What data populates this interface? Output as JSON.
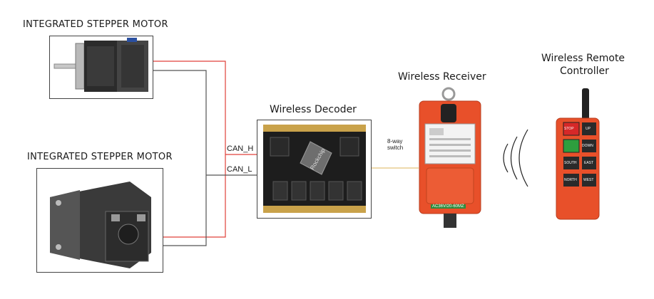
{
  "motor_top": {
    "title": "INTEGRATED STEPPER MOTOR"
  },
  "motor_bottom": {
    "title": "INTEGRATED STEPPER MOTOR"
  },
  "decoder": {
    "title": "Wireless Decoder",
    "chip_text": "Rockchip"
  },
  "bus": {
    "can_h": "CAN_H",
    "can_l": "CAN_L"
  },
  "link": {
    "switch_line1": "8-way",
    "switch_line2": "switch"
  },
  "receiver": {
    "title": "Wireless Receiver",
    "badge": "AC36V/20-60MZ"
  },
  "remote": {
    "title_line1": "Wireless Remote",
    "title_line2": "Controller",
    "buttons": [
      "STOP",
      "UP",
      "",
      "DOWN",
      "SOUTH",
      "EAST",
      "NORTH",
      "WEST"
    ]
  },
  "colors": {
    "can_h_wire": "#e0413a",
    "can_l_wire": "#555555",
    "device_orange": "#e8502a",
    "link_line": "#e3c27a"
  }
}
